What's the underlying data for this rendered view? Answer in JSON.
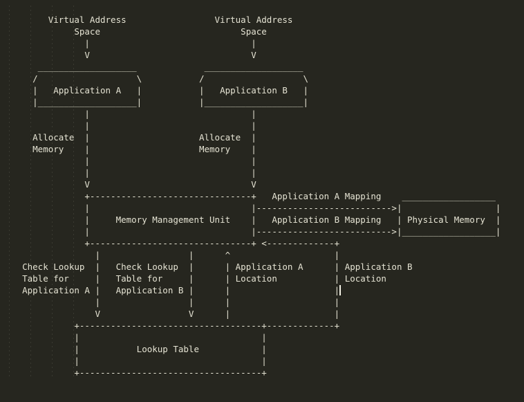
{
  "editor": {
    "background": "#26261f",
    "text_color": "#e5e3d3",
    "caret": {
      "row": 24,
      "col": 65,
      "color": "#f4f2e6"
    },
    "indent_guides": {
      "x": [
        13,
        44,
        75,
        106
      ]
    }
  },
  "diagram": {
    "nodes": [
      "Virtual Address Space",
      "Application A",
      "Application B",
      "Memory Management Unit",
      "Physical Memory",
      "Lookup Table"
    ],
    "edge_labels": [
      "Allocate Memory",
      "Application A Mapping",
      "Application B Mapping",
      "Check Lookup Table for Application A",
      "Check Lookup Table for Application B",
      "Application A Location",
      "Application B Location"
    ],
    "lines": [
      "         Virtual Address                 Virtual Address",
      "              Space                           Space",
      "                |                               |",
      "                V                               V",
      "       ___________________             ___________________",
      "      /                   \\           /                   \\",
      "      |   Application A   |           |   Application B   |",
      "      |___________________|           |___________________|",
      "                |                               |",
      "                |                               |",
      "      Allocate  |                     Allocate  |",
      "      Memory    |                     Memory    |",
      "                |                               |",
      "                |                               |",
      "                V                               V",
      "                +-------------------------------+   Application A Mapping    __________________",
      "                |                               |-------------------------->|                  |",
      "                |     Memory Management Unit    |   Application B Mapping   | Physical Memory  |",
      "                |                               |-------------------------->|__________________|",
      "                +-------------------------------+ <-------------+",
      "                  |                 |      ^                    |",
      "    Check Lookup  |   Check Lookup  |      | Application A      | Application B",
      "    Table for     |   Table for     |      | Location           | Location",
      "    Application A |   Application B |      |                    |",
      "                  |                 |      |                    |",
      "                  V                 V      |                    |",
      "              +-----------------------------------+-------------+",
      "              |                                   |",
      "              |           Lookup Table            |",
      "              |                                   |",
      "              +-----------------------------------+"
    ]
  }
}
